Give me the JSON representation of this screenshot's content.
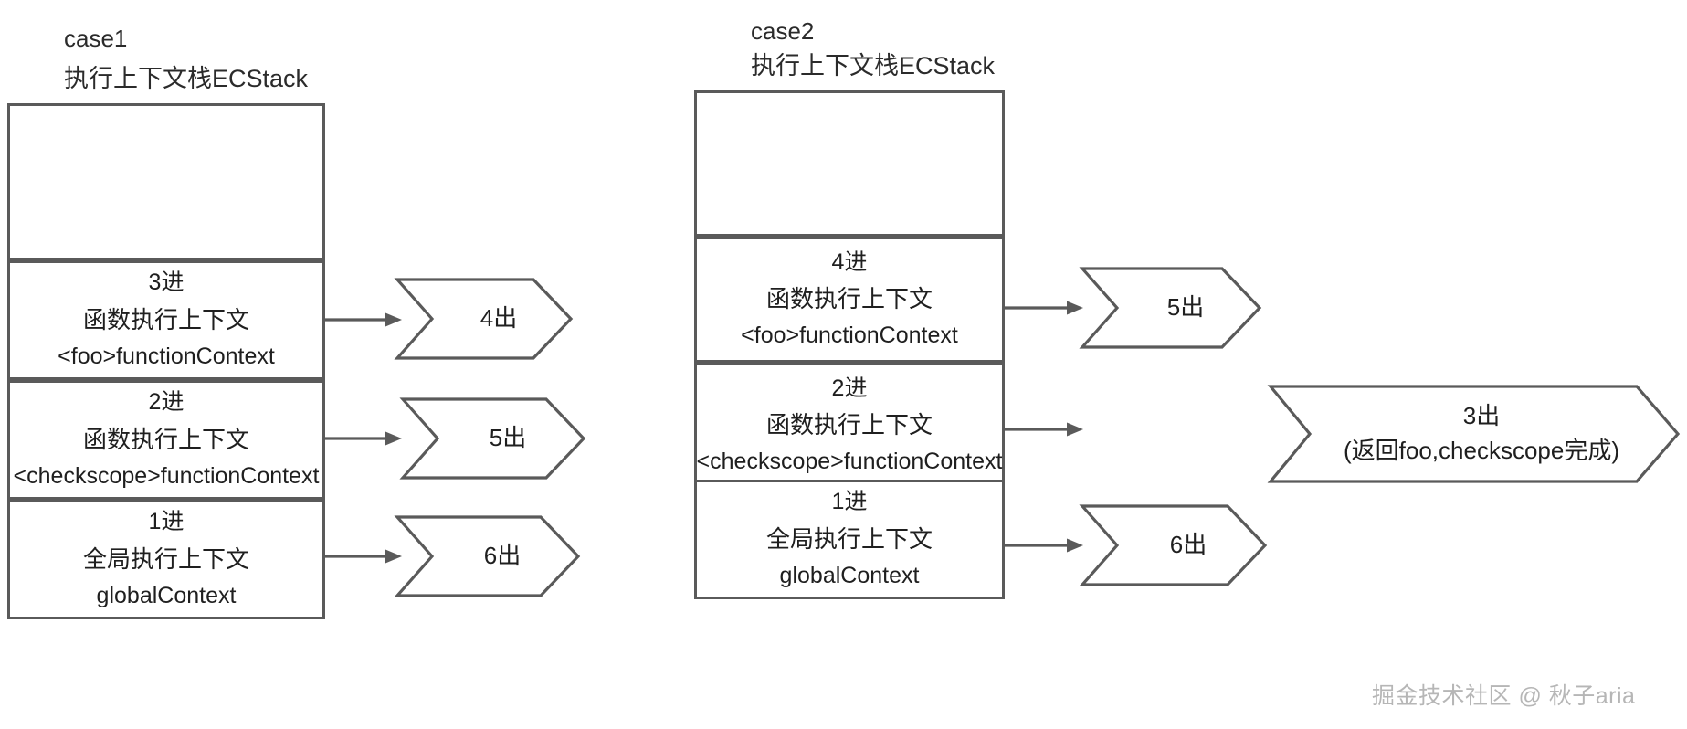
{
  "diagram": {
    "title_case1": "case1",
    "title_case2": "case2",
    "subtitle_case1": "执行上下文栈ECStack",
    "subtitle_case2": "执行上下文栈ECStack",
    "watermark": "掘金技术社区 @ 秋子aria",
    "stroke_color": "#5a5a5a",
    "text_color": "#1f1f1f",
    "background": "#ffffff"
  },
  "case1": {
    "stack": {
      "empty_cell_label": "",
      "cells": [
        {
          "order": "3进",
          "kind": "函数执行上下文",
          "context": "<foo>functionContext"
        },
        {
          "order": "2进",
          "kind": "函数执行上下文",
          "context": "<checkscope>functionContext"
        },
        {
          "order": "1进",
          "kind": "全局执行上下文",
          "context": "globalContext"
        }
      ]
    },
    "pops": [
      {
        "label": "4出",
        "note": ""
      },
      {
        "label": "5出",
        "note": ""
      },
      {
        "label": "6出",
        "note": ""
      }
    ]
  },
  "case2": {
    "stack": {
      "empty_cell_label": "",
      "cells": [
        {
          "order": "4进",
          "kind": "函数执行上下文",
          "context": "<foo>functionContext"
        },
        {
          "order": "2进",
          "kind": "函数执行上下文",
          "context": "<checkscope>functionContext"
        },
        {
          "order": "1进",
          "kind": "全局执行上下文",
          "context": "globalContext"
        }
      ]
    },
    "pops": [
      {
        "label": "5出",
        "note": ""
      },
      {
        "label": "3出",
        "note": "(返回foo,checkscope完成)"
      },
      {
        "label": "6出",
        "note": ""
      }
    ]
  }
}
